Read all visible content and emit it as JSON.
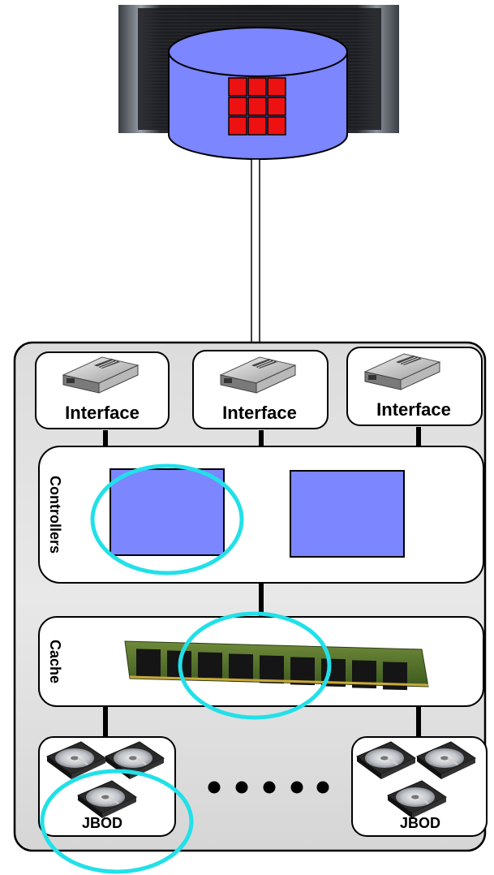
{
  "interfaces": [
    {
      "label": "Interface"
    },
    {
      "label": "Interface"
    },
    {
      "label": "Interface"
    }
  ],
  "controllers": {
    "label": "Controllers"
  },
  "cache": {
    "label": "Cache"
  },
  "jbods": [
    {
      "label": "JBOD"
    },
    {
      "label": "JBOD"
    }
  ],
  "colors": {
    "highlight": "#22e0e8",
    "controller_fill": "#7b86ff",
    "database_fill": "#7b86ff",
    "grid_cell": "#ee1111",
    "chassis": "#d8d8d8"
  },
  "icons": {
    "server": "server-rack-icon",
    "database": "database-cylinder-icon",
    "interface": "sfp-transceiver-icon",
    "memory": "ram-module-icon",
    "disk": "hard-disk-icon"
  }
}
